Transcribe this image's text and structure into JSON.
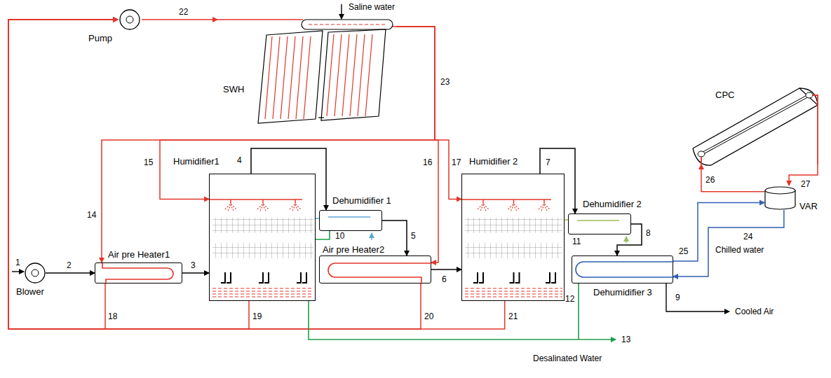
{
  "diagram": {
    "nodes": [
      {
        "text": [
          "Pump"
        ]
      },
      {
        "text": [
          "SWH"
        ]
      },
      {
        "text": [
          "Humidifier1"
        ]
      },
      {
        "text": [
          "Dehumidifier 1"
        ]
      },
      {
        "text": [
          "Humidifier 2"
        ]
      },
      {
        "text": [
          "Dehumidifier 2"
        ]
      },
      {
        "text": [
          "CPC"
        ]
      },
      {
        "text": [
          "VAR"
        ]
      },
      {
        "text": [
          "Air pre Heater1"
        ]
      },
      {
        "text": [
          "Air pre Heater2"
        ]
      },
      {
        "text": [
          "Dehumidifier 3"
        ]
      },
      {
        "text": [
          "Blower"
        ]
      }
    ],
    "edges": [
      {
        "from": 11,
        "to": 8,
        "arrow": "to"
      },
      {
        "from": 8,
        "to": 2,
        "arrow": "to"
      },
      {
        "from": 2,
        "to": 3,
        "arrow": "to"
      },
      {
        "from": 3,
        "to": 9,
        "arrow": "to"
      },
      {
        "from": 9,
        "to": 4,
        "arrow": "to"
      },
      {
        "from": 4,
        "to": 5,
        "arrow": "to"
      },
      {
        "from": 5,
        "to": 10,
        "arrow": "to"
      },
      {
        "from": 0,
        "to": 1,
        "arrow": "to"
      },
      {
        "from": 1,
        "to": 8,
        "arrow": "to"
      },
      {
        "from": 1,
        "to": 2,
        "arrow": "to"
      },
      {
        "from": 1,
        "to": 9,
        "arrow": "to"
      },
      {
        "from": 1,
        "to": 4,
        "arrow": "to"
      },
      {
        "from": 8,
        "to": 0,
        "arrow": "to"
      },
      {
        "from": 2,
        "to": 0,
        "arrow": "to"
      },
      {
        "from": 9,
        "to": 0,
        "arrow": "to"
      },
      {
        "from": 4,
        "to": 0,
        "arrow": "to"
      },
      {
        "from": 10,
        "to": 7,
        "arrow": "to"
      },
      {
        "from": 7,
        "to": 10,
        "arrow": "to"
      },
      {
        "from": 6,
        "to": 7,
        "arrow": "to"
      },
      {
        "from": 7,
        "to": 6,
        "arrow": "to"
      }
    ],
    "labels": [
      "Saline water",
      "1",
      "2",
      "3",
      "4",
      "5",
      "6",
      "7",
      "8",
      "9",
      "10",
      "11",
      "12",
      "13",
      "14",
      "15",
      "16",
      "17",
      "18",
      "19",
      "20",
      "21",
      "22",
      "23",
      "24",
      "25",
      "26",
      "27",
      "Chilled water",
      "Cooled Air",
      "Desalinated Water"
    ]
  }
}
